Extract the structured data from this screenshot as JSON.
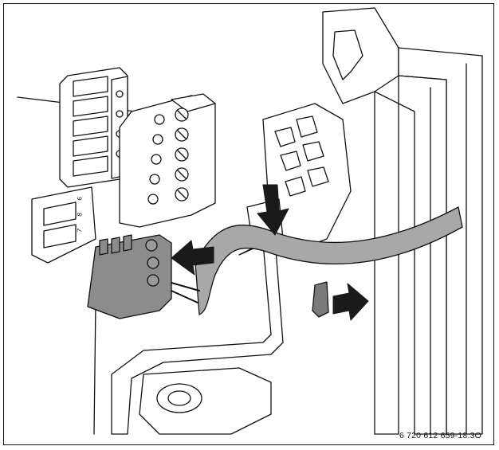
{
  "figure": {
    "code": "6 720 612 659-18.3O",
    "terminal_labels": [
      "6",
      "8",
      "7"
    ]
  },
  "colors": {
    "line": "#111111",
    "plastic": "#ffffff",
    "cable_fill": "#a8a8a8",
    "connector_fill": "#8c8c8c",
    "arrow_fill": "#1a1a1a",
    "clip_fill": "#7a7a7a"
  },
  "icons": [
    "arrow-down-icon",
    "arrow-left-icon",
    "arrow-right-icon"
  ]
}
